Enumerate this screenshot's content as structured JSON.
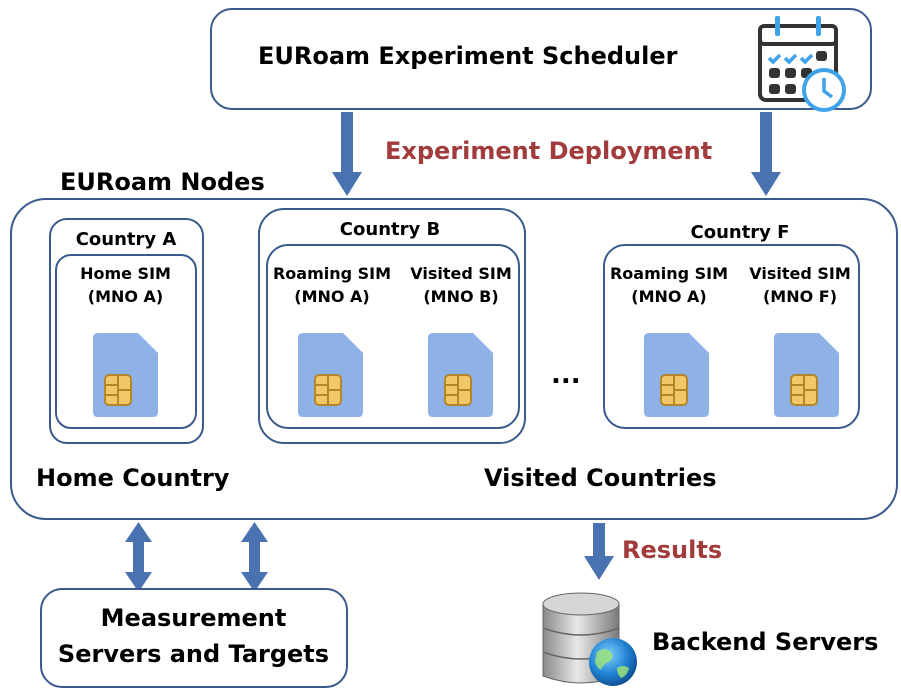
{
  "scheduler": {
    "title": "EURoam Experiment Scheduler",
    "icon": "calendar-clock-icon"
  },
  "deployment_label": "Experiment Deployment",
  "nodes": {
    "title": "EURoam Nodes",
    "home": {
      "country": "Country A",
      "sim_label_line1": "Home SIM",
      "sim_label_line2": "(MNO A)",
      "region_label": "Home Country"
    },
    "country_b": {
      "title": "Country B",
      "roaming_line1": "Roaming SIM",
      "roaming_line2": "(MNO A)",
      "visited_line1": "Visited SIM",
      "visited_line2": "(MNO B)"
    },
    "ellipsis": "...",
    "country_f": {
      "title": "Country F",
      "roaming_line1": "Roaming SIM",
      "roaming_line2": "(MNO A)",
      "visited_line1": "Visited SIM",
      "visited_line2": "(MNO F)"
    },
    "visited_label": "Visited Countries"
  },
  "results_label": "Results",
  "measurement": {
    "line1": "Measurement",
    "line2": "Servers and Targets"
  },
  "backend": {
    "label": "Backend Servers",
    "icon": "database-globe-icon"
  },
  "colors": {
    "border": "#3a5a8c",
    "arrow": "#4a72b0",
    "accent_text": "#a23b3b",
    "sim_fill": "#8fb2e6",
    "chip_fill": "#f2c768"
  }
}
